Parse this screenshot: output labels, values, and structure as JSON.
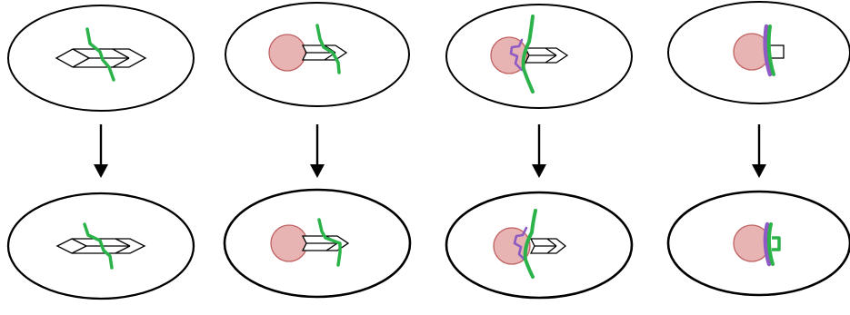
{
  "colors": {
    "background": "#ffffff",
    "outline": "#000000",
    "green_strand": "#2bb34a",
    "purple_strand": "#8e5bc4",
    "nucleus_fill": "#e8b3b3",
    "nucleus_stroke": "#c06262"
  },
  "columns": [
    {
      "top": {
        "nucleus": false,
        "crystal": "full",
        "green": "zigzag",
        "purple": "none"
      },
      "bottom": {
        "nucleus": false,
        "crystal": "full",
        "green": "zigzag",
        "purple": "none"
      }
    },
    {
      "top": {
        "nucleus": true,
        "crystal": "half",
        "green": "zigzag",
        "purple": "none"
      },
      "bottom": {
        "nucleus": true,
        "crystal": "half",
        "green": "zigzag",
        "purple": "none"
      }
    },
    {
      "top": {
        "nucleus": true,
        "crystal": "half",
        "green": "arc",
        "purple": "wavy"
      },
      "bottom": {
        "nucleus": true,
        "crystal": "half",
        "green": "arc",
        "purple": "wavy"
      }
    },
    {
      "top": {
        "nucleus": true,
        "crystal": "stub",
        "green": "short-arc",
        "purple": "short-arc"
      },
      "bottom": {
        "nucleus": true,
        "crystal": "stub-bracket",
        "green": "short-arc",
        "purple": "short-arc"
      }
    }
  ]
}
